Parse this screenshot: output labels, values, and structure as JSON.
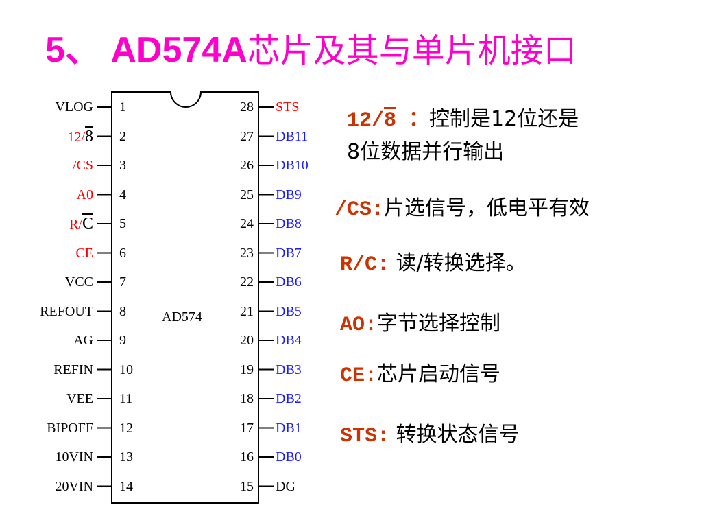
{
  "title": {
    "number": "5、 AD574A",
    "text": "芯片及其与单片机接口"
  },
  "chip": {
    "label": "AD574"
  },
  "left_pins": [
    {
      "name": "VLOG",
      "num": "1",
      "color": "#000000"
    },
    {
      "name": "12/",
      "bar": "8",
      "num": "2",
      "color": "#ff0000"
    },
    {
      "name": "/CS",
      "num": "3",
      "color": "#ff0000"
    },
    {
      "name": "A0",
      "num": "4",
      "color": "#ff0000"
    },
    {
      "name": "R/",
      "bar": "C",
      "num": "5",
      "color": "#ff0000"
    },
    {
      "name": "CE",
      "num": "6",
      "color": "#ff0000"
    },
    {
      "name": "VCC",
      "num": "7",
      "color": "#000000"
    },
    {
      "name": "REFOUT",
      "num": "8",
      "color": "#000000"
    },
    {
      "name": "AG",
      "num": "9",
      "color": "#000000"
    },
    {
      "name": "REFIN",
      "num": "10",
      "color": "#000000"
    },
    {
      "name": "VEE",
      "num": "11",
      "color": "#000000"
    },
    {
      "name": "BIPOFF",
      "num": "12",
      "color": "#000000"
    },
    {
      "name": "10VIN",
      "num": "13",
      "color": "#000000"
    },
    {
      "name": "20VIN",
      "num": "14",
      "color": "#000000"
    }
  ],
  "right_pins": [
    {
      "name": "STS",
      "num": "28",
      "color": "#ff0000"
    },
    {
      "name": "DB11",
      "num": "27",
      "color": "#1a1aff"
    },
    {
      "name": "DB10",
      "num": "26",
      "color": "#1a1aff"
    },
    {
      "name": "DB9",
      "num": "25",
      "color": "#1a1aff"
    },
    {
      "name": "DB8",
      "num": "24",
      "color": "#1a1aff"
    },
    {
      "name": "DB7",
      "num": "23",
      "color": "#1a1aff"
    },
    {
      "name": "DB6",
      "num": "22",
      "color": "#1a1aff"
    },
    {
      "name": "DB5",
      "num": "21",
      "color": "#1a1aff"
    },
    {
      "name": "DB4",
      "num": "20",
      "color": "#1a1aff"
    },
    {
      "name": "DB3",
      "num": "19",
      "color": "#1a1aff"
    },
    {
      "name": "DB2",
      "num": "18",
      "color": "#1a1aff"
    },
    {
      "name": "DB1",
      "num": "17",
      "color": "#1a1aff"
    },
    {
      "name": "DB0",
      "num": "16",
      "color": "#1a1aff"
    },
    {
      "name": "DG",
      "num": "15",
      "color": "#000000"
    }
  ],
  "descriptions": [
    {
      "key_pre": "12/",
      "key_bar": "8",
      "key_post": " ：",
      "line1": "控制是12位还是",
      "line2": "8位数据并行输出"
    },
    {
      "key": "/CS:",
      "value": "片选信号，低电平有效"
    },
    {
      "key": "R/C:",
      "value": " 读/转换选择。"
    },
    {
      "key": "AO:",
      "value": "字节选择控制"
    },
    {
      "key": "CE:",
      "value": "芯片启动信号"
    },
    {
      "key": "STS:",
      "value": " 转换状态信号"
    }
  ]
}
